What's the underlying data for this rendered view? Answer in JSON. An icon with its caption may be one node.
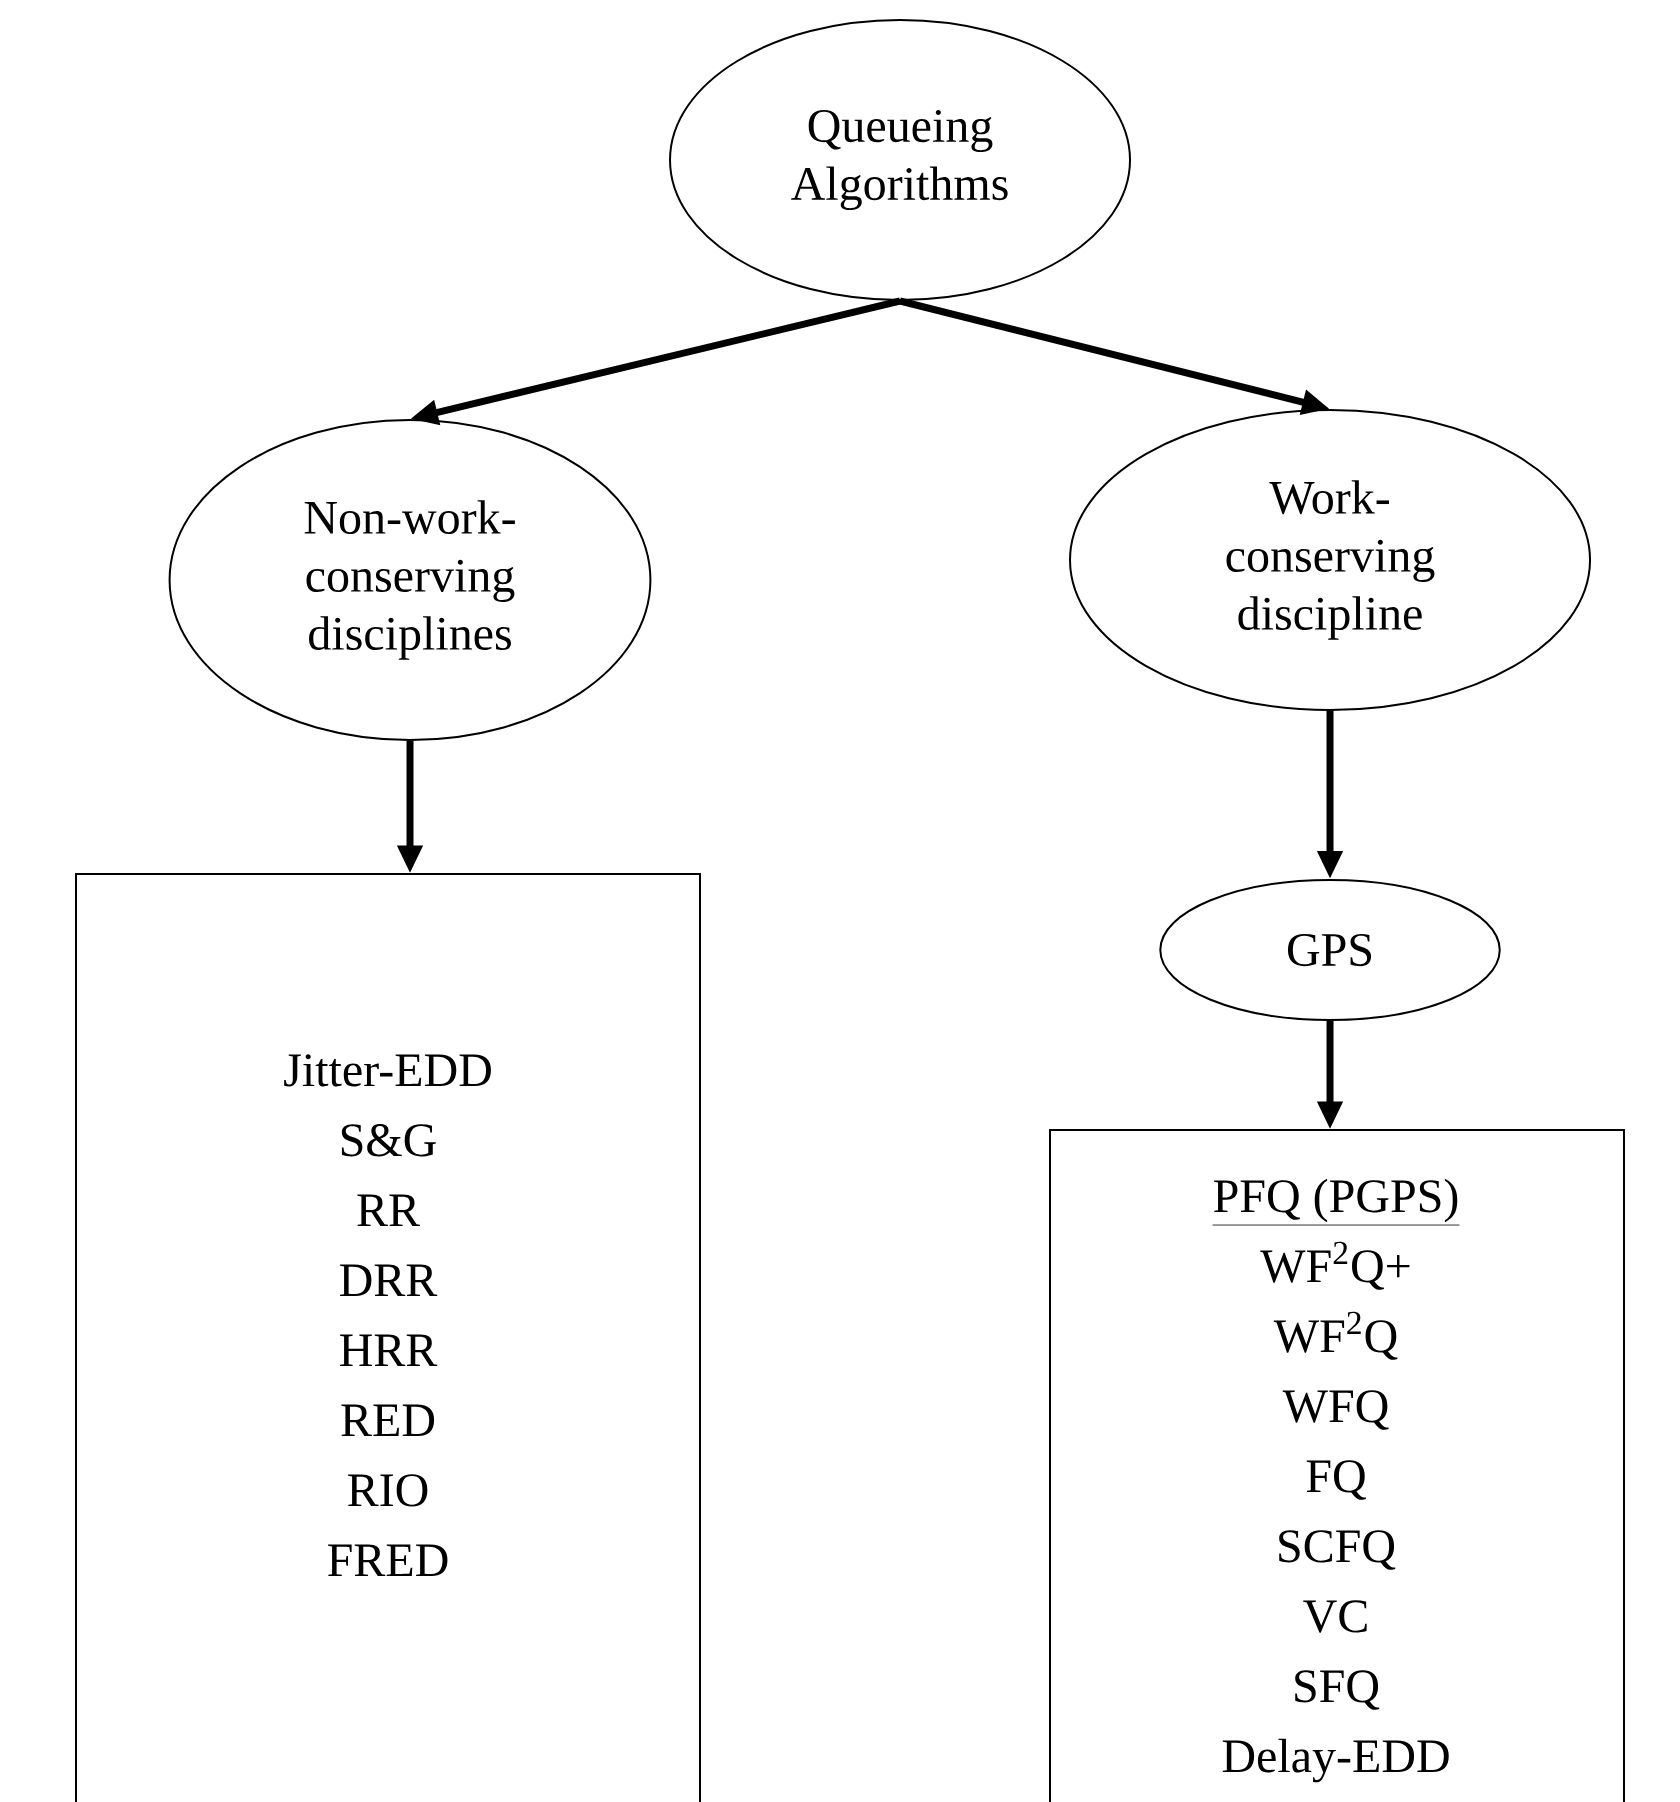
{
  "diagram": {
    "nodes": [
      {
        "text": [
          "Queueing Algorithms"
        ]
      },
      {
        "text": [
          "Non-work-conserving disciplines"
        ]
      },
      {
        "text": [
          "Work-conserving discipline"
        ]
      },
      {
        "text": [
          "GPS"
        ]
      },
      {
        "text": [
          "Jitter-EDD",
          "S&G",
          "RR",
          "DRR",
          "HRR",
          "RED",
          "RIO",
          "FRED"
        ]
      },
      {
        "text": [
          "PFQ (PGPS)",
          "WF$^{2}$Q+",
          "WF$^{2}$Q",
          "WFQ",
          "FQ",
          "SCFQ",
          "VC",
          "SFQ",
          "Delay-EDD"
        ]
      }
    ],
    "edges": [
      {
        "from": 0,
        "to": 1,
        "arrow": "to"
      },
      {
        "from": 0,
        "to": 2,
        "arrow": "to"
      },
      {
        "from": 1,
        "to": 4,
        "arrow": "to"
      },
      {
        "from": 2,
        "to": 3,
        "arrow": "to"
      },
      {
        "from": 3,
        "to": 5,
        "arrow": "to"
      }
    ]
  }
}
